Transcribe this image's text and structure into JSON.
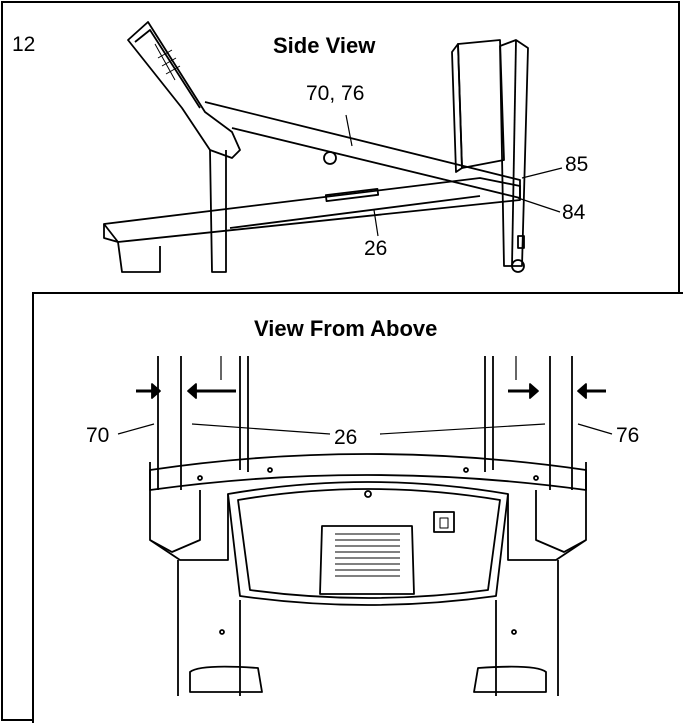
{
  "step_number": "12",
  "side_view": {
    "title": "Side View",
    "callouts": [
      "70, 76",
      "85",
      "84",
      "26"
    ]
  },
  "above_view": {
    "title": "View From Above",
    "callouts": [
      "70",
      "26",
      "76"
    ]
  },
  "colors": {
    "line": "#000000",
    "background": "#ffffff"
  }
}
